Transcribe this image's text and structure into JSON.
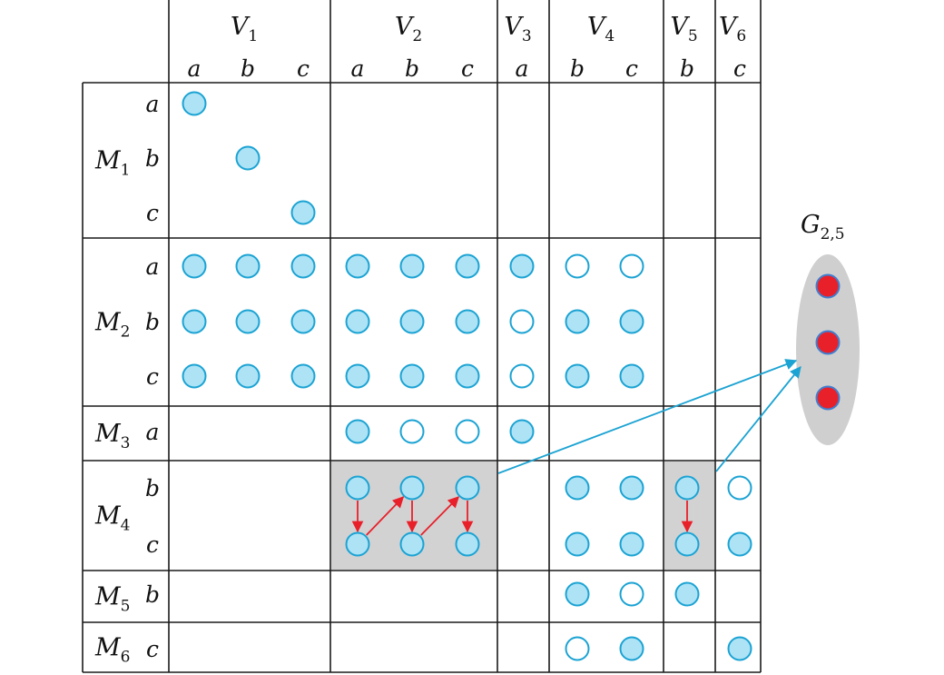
{
  "columns": {
    "groups": [
      {
        "name": "V",
        "sub": "1",
        "letters": [
          "a",
          "b",
          "c"
        ]
      },
      {
        "name": "V",
        "sub": "2",
        "letters": [
          "a",
          "b",
          "c"
        ]
      },
      {
        "name": "V",
        "sub": "3",
        "letters": [
          "a"
        ]
      },
      {
        "name": "V",
        "sub": "4",
        "letters": [
          "b",
          "c"
        ]
      },
      {
        "name": "V",
        "sub": "5",
        "letters": [
          "b"
        ]
      },
      {
        "name": "V",
        "sub": "6",
        "letters": [
          "c"
        ]
      }
    ]
  },
  "rows": {
    "groups": [
      {
        "name": "M",
        "sub": "1",
        "letters": [
          "a",
          "b",
          "c"
        ]
      },
      {
        "name": "M",
        "sub": "2",
        "letters": [
          "a",
          "b",
          "c"
        ]
      },
      {
        "name": "M",
        "sub": "3",
        "letters": [
          "a"
        ]
      },
      {
        "name": "M",
        "sub": "4",
        "letters": [
          "b",
          "c"
        ]
      },
      {
        "name": "M",
        "sub": "5",
        "letters": [
          "b"
        ]
      },
      {
        "name": "M",
        "sub": "6",
        "letters": [
          "c"
        ]
      }
    ]
  },
  "cells": [
    {
      "r": 0,
      "c": 0,
      "s": "filled"
    },
    {
      "r": 1,
      "c": 1,
      "s": "filled"
    },
    {
      "r": 2,
      "c": 2,
      "s": "filled"
    },
    {
      "r": 3,
      "c": 0,
      "s": "filled"
    },
    {
      "r": 3,
      "c": 1,
      "s": "filled"
    },
    {
      "r": 3,
      "c": 2,
      "s": "filled"
    },
    {
      "r": 3,
      "c": 3,
      "s": "filled"
    },
    {
      "r": 3,
      "c": 4,
      "s": "filled"
    },
    {
      "r": 3,
      "c": 5,
      "s": "filled"
    },
    {
      "r": 3,
      "c": 6,
      "s": "filled"
    },
    {
      "r": 3,
      "c": 7,
      "s": "empty"
    },
    {
      "r": 3,
      "c": 8,
      "s": "empty"
    },
    {
      "r": 4,
      "c": 0,
      "s": "filled"
    },
    {
      "r": 4,
      "c": 1,
      "s": "filled"
    },
    {
      "r": 4,
      "c": 2,
      "s": "filled"
    },
    {
      "r": 4,
      "c": 3,
      "s": "filled"
    },
    {
      "r": 4,
      "c": 4,
      "s": "filled"
    },
    {
      "r": 4,
      "c": 5,
      "s": "filled"
    },
    {
      "r": 4,
      "c": 6,
      "s": "empty"
    },
    {
      "r": 4,
      "c": 7,
      "s": "filled"
    },
    {
      "r": 4,
      "c": 8,
      "s": "filled"
    },
    {
      "r": 5,
      "c": 0,
      "s": "filled"
    },
    {
      "r": 5,
      "c": 1,
      "s": "filled"
    },
    {
      "r": 5,
      "c": 2,
      "s": "filled"
    },
    {
      "r": 5,
      "c": 3,
      "s": "filled"
    },
    {
      "r": 5,
      "c": 4,
      "s": "filled"
    },
    {
      "r": 5,
      "c": 5,
      "s": "filled"
    },
    {
      "r": 5,
      "c": 6,
      "s": "empty"
    },
    {
      "r": 5,
      "c": 7,
      "s": "filled"
    },
    {
      "r": 5,
      "c": 8,
      "s": "filled"
    },
    {
      "r": 6,
      "c": 3,
      "s": "filled"
    },
    {
      "r": 6,
      "c": 4,
      "s": "empty"
    },
    {
      "r": 6,
      "c": 5,
      "s": "empty"
    },
    {
      "r": 6,
      "c": 6,
      "s": "filled"
    },
    {
      "r": 7,
      "c": 3,
      "s": "filled"
    },
    {
      "r": 7,
      "c": 4,
      "s": "filled"
    },
    {
      "r": 7,
      "c": 5,
      "s": "filled"
    },
    {
      "r": 7,
      "c": 7,
      "s": "filled"
    },
    {
      "r": 7,
      "c": 8,
      "s": "filled"
    },
    {
      "r": 7,
      "c": 9,
      "s": "filled"
    },
    {
      "r": 7,
      "c": 10,
      "s": "empty"
    },
    {
      "r": 8,
      "c": 3,
      "s": "filled"
    },
    {
      "r": 8,
      "c": 4,
      "s": "filled"
    },
    {
      "r": 8,
      "c": 5,
      "s": "filled"
    },
    {
      "r": 8,
      "c": 7,
      "s": "filled"
    },
    {
      "r": 8,
      "c": 8,
      "s": "filled"
    },
    {
      "r": 8,
      "c": 9,
      "s": "filled"
    },
    {
      "r": 8,
      "c": 10,
      "s": "filled"
    },
    {
      "r": 9,
      "c": 7,
      "s": "filled"
    },
    {
      "r": 9,
      "c": 8,
      "s": "empty"
    },
    {
      "r": 9,
      "c": 9,
      "s": "filled"
    },
    {
      "r": 10,
      "c": 7,
      "s": "empty"
    },
    {
      "r": 10,
      "c": 8,
      "s": "filled"
    },
    {
      "r": 10,
      "c": 10,
      "s": "filled"
    }
  ],
  "highlight_blocks": [
    {
      "row_group": 3,
      "col_group": 1
    },
    {
      "row_group": 3,
      "col_group": 4
    }
  ],
  "dependency_arrows": [
    {
      "from": [
        7,
        3
      ],
      "to": [
        8,
        3
      ]
    },
    {
      "from": [
        8,
        3
      ],
      "to": [
        7,
        4
      ]
    },
    {
      "from": [
        7,
        4
      ],
      "to": [
        8,
        4
      ]
    },
    {
      "from": [
        8,
        4
      ],
      "to": [
        7,
        5
      ]
    },
    {
      "from": [
        7,
        5
      ],
      "to": [
        8,
        5
      ]
    },
    {
      "from": [
        7,
        9
      ],
      "to": [
        8,
        9
      ]
    }
  ],
  "group_label": {
    "name": "G",
    "sub": "2,5",
    "node_count": 3
  },
  "colors": {
    "dot_fill": "#aee3f6",
    "dot_stroke": "#1ba3d3",
    "arrow_red": "#e8202a",
    "arrow_blue": "#1ba3d3",
    "shade": "#d3d2d3",
    "node_red": "#e8202a"
  }
}
